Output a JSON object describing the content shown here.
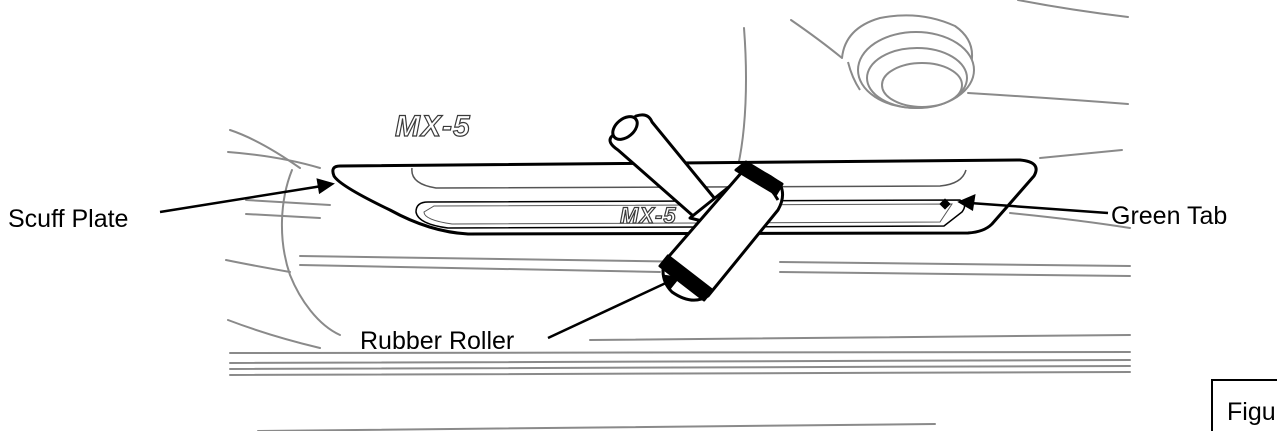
{
  "labels": {
    "scuff_plate": "Scuff Plate",
    "green_tab": "Green Tab",
    "rubber_roller": "Rubber Roller"
  },
  "emblems": {
    "body_badge": "MX-5",
    "plate_badge": "MX-5"
  },
  "figure_label": "Figu",
  "colors": {
    "line_art": "#000000",
    "body_lines": "#8a8a8a",
    "background": "#ffffff"
  }
}
